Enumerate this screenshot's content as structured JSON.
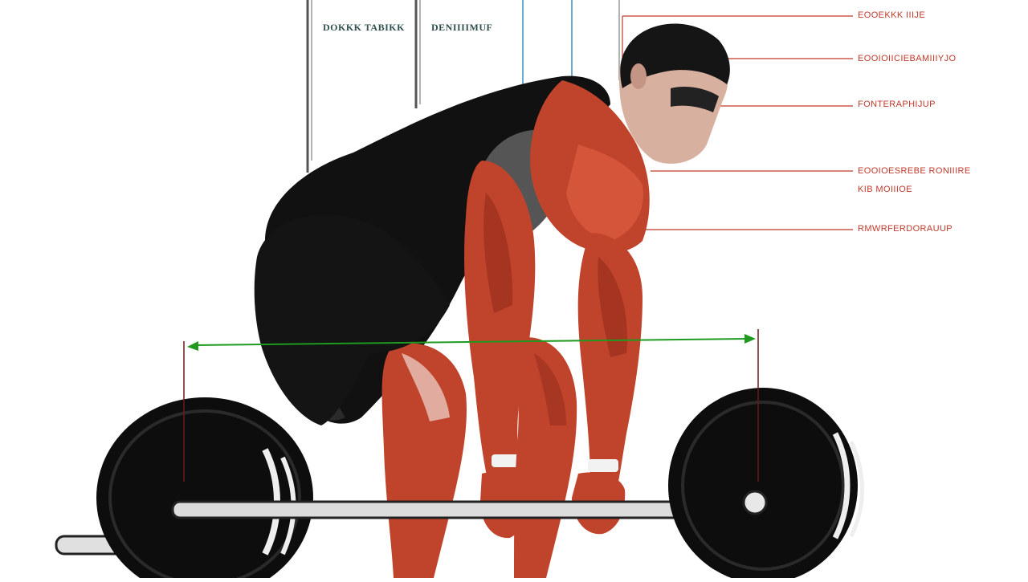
{
  "labels": {
    "top": [
      "DOKKK TABIKK",
      "DENIIIIMUF"
    ],
    "right": [
      "EOOEKKK IIIJE",
      "EOOIOIICIEBAMIIIYJO",
      "FONTERAPHIJUP",
      "EOOIOESREBE RONIIIRE",
      "KIB MOIIIOE",
      "RMWRFERDORAUUP"
    ]
  },
  "colors": {
    "muscle": "#c0432c",
    "muscle_dark": "#8e2a19",
    "shirt": "#111111",
    "plate": "#0d0d0d",
    "bar": "#d9d9d9",
    "leader_red": "#c0392b",
    "measure_green": "#1f9a1f",
    "guide_blue": "#3a8fc4",
    "guide_gray": "#555555"
  },
  "icons": [
    "barbell-icon",
    "measurement-arrow-icon"
  ]
}
